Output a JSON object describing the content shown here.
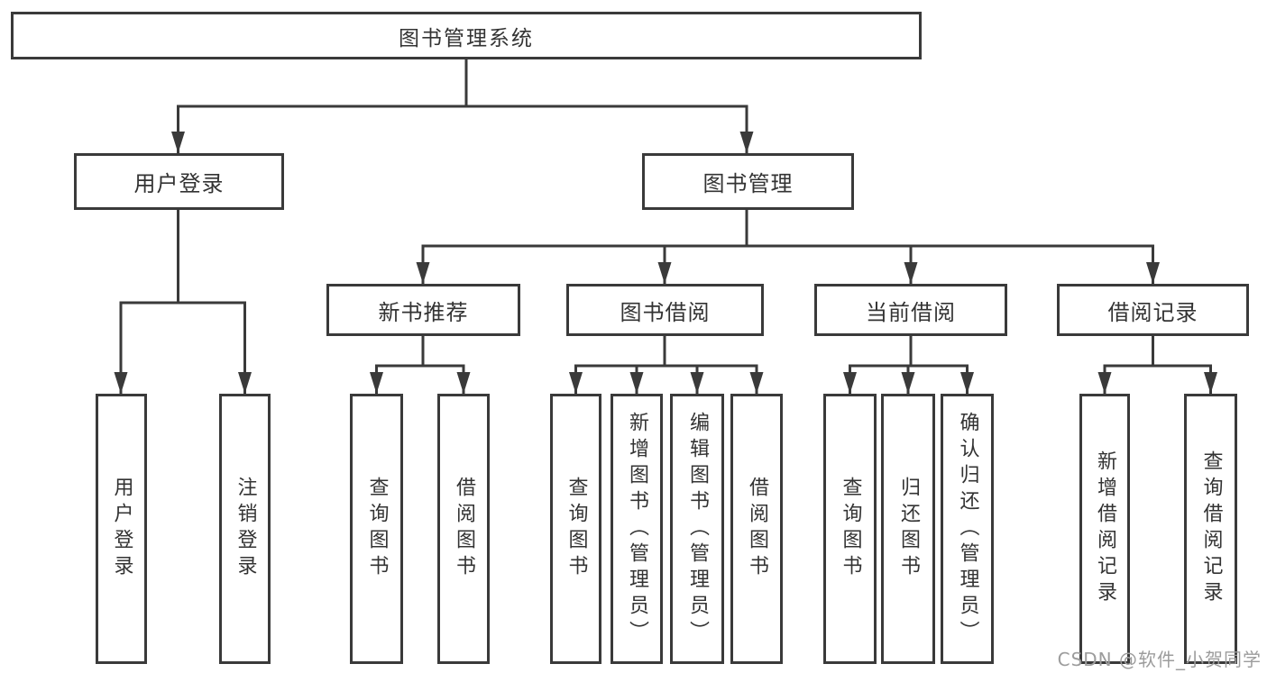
{
  "colors": {
    "line": "#3a3a3a",
    "text": "#333333",
    "node_background": "#ffffff",
    "watermark": "#9c9c9c"
  },
  "watermark": "CSDN @软件_小贺同学",
  "tree": {
    "root": {
      "label": "图书管理系统",
      "children": [
        {
          "label": "用户登录",
          "children": [
            {
              "label": "用户登录"
            },
            {
              "label": "注销登录"
            }
          ]
        },
        {
          "label": "图书管理",
          "children": [
            {
              "label": "新书推荐",
              "children": [
                {
                  "label": "查询图书"
                },
                {
                  "label": "借阅图书"
                }
              ]
            },
            {
              "label": "图书借阅",
              "children": [
                {
                  "label": "查询图书"
                },
                {
                  "label": "新增图书（管理员）"
                },
                {
                  "label": "编辑图书（管理员）"
                },
                {
                  "label": "借阅图书"
                }
              ]
            },
            {
              "label": "当前借阅",
              "children": [
                {
                  "label": "查询图书"
                },
                {
                  "label": "归还图书"
                },
                {
                  "label": "确认归还（管理员）"
                }
              ]
            },
            {
              "label": "借阅记录",
              "children": [
                {
                  "label": "新增借阅记录"
                },
                {
                  "label": "查询借阅记录"
                }
              ]
            }
          ]
        }
      ]
    }
  }
}
